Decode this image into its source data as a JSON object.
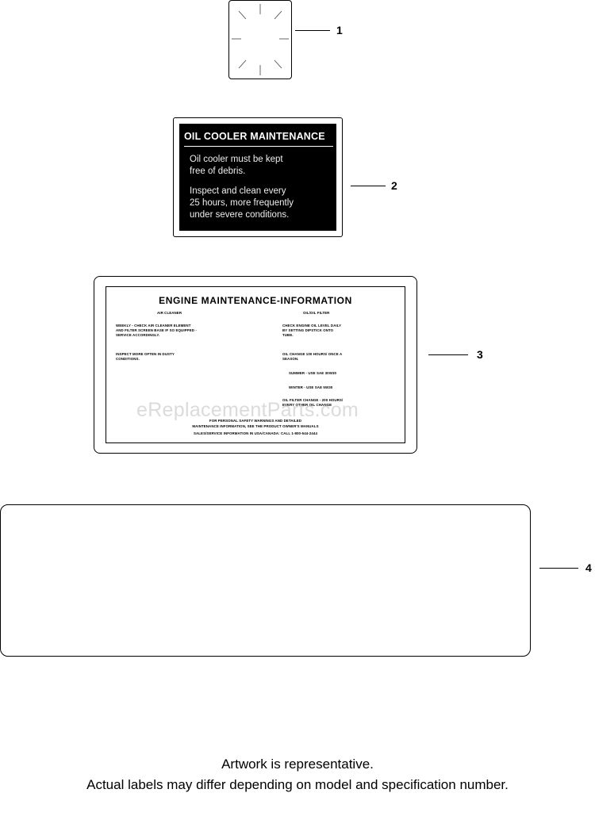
{
  "callouts": [
    "1",
    "2",
    "3",
    "4"
  ],
  "label2": {
    "title": "OIL COOLER MAINTENANCE",
    "line1": "Oil cooler must be kept\nfree of debris.",
    "line2": "Inspect and clean every\n25 hours, more frequently\nunder severe conditions."
  },
  "label3": {
    "title": "ENGINE MAINTENANCE-INFORMATION",
    "left_heading": "AIR CLEANER",
    "left_p1": "WEEKLY - CHECK AIR CLEANER ELEMENT\nAND FILTER SCREEN BASE IF SO EQUIPPED -\nSERVICE ACCORDINGLY.",
    "left_p2": "INSPECT MORE OFTEN IN DUSTY\nCONDITIONS.",
    "right_heading": "OIL/OIL FILTER",
    "right_p1": "CHECK ENGINE OIL LEVEL DAILY\nBY SETTING DIPSTICK ONTO\nTUBE.",
    "right_p2": "OIL CHANGE 100 HOURS/ ONCE A\nSEASON.",
    "right_p3": "SUMMER - USE SAE 30W30",
    "right_p4": "WINTER - USE SAE 5W30",
    "right_p5": "OIL FILTER CHANGE - 200 HOURS/\nEVERY OTHER OIL CHANGE",
    "bottom_line1": "FOR PERSONAL SAFETY WARNINGS AND DETAILED",
    "bottom_line2": "MAINTENANCE INFORMATION, SEE THE PRODUCT OWNER'S MANUALS",
    "bottom_line3": "SALES/SERVICE INFORMATION IN USA/CANADA: CALL 1-800-544-2444"
  },
  "watermark": "eReplacementParts.com",
  "footer": {
    "line1": "Artwork is representative.",
    "line2": "Actual labels may differ depending on model and specification number."
  }
}
